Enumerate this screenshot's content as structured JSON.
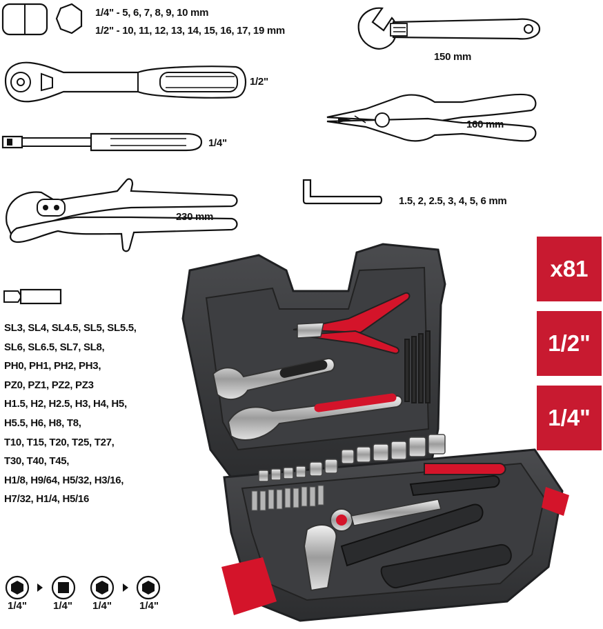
{
  "socket_sizes": {
    "line_quarter": "1/4\" - 5, 6, 7, 8, 9, 10 mm",
    "line_half": "1/2\" - 10, 11, 12, 13, 14, 15, 16, 17, 19 mm"
  },
  "ratchet_label": "1/2\"",
  "adapter_label": "1/4\"",
  "water_pump_pliers_label": "230 mm",
  "adjustable_wrench_label": "150 mm",
  "combination_pliers_label": "160 mm",
  "hex_keys_label": "1.5, 2, 2.5, 3, 4,  5, 6 mm",
  "bits": [
    "SL3, SL4, SL4.5, SL5, SL5.5,",
    "SL6, SL6.5, SL7, SL8,",
    "PH0, PH1, PH2, PH3,",
    "PZ0, PZ1, PZ2, PZ3",
    "H1.5, H2, H2.5, H3, H4, H5,",
    "H5.5, H6, H8, T8,",
    "T10, T15, T20, T25, T27,",
    "T30, T40, T45,",
    "H1/8, H9/64, H5/32, H3/16,",
    "H7/32, H1/4, H5/16"
  ],
  "badges": [
    "x81",
    "1/2\"",
    "1/4\""
  ],
  "adapters": [
    "1/4\"",
    "1/4\"",
    "1/4\"",
    "1/4\""
  ],
  "colors": {
    "badge_red": "#c81a30",
    "case_dark": "#3a3b3d",
    "handle_red": "#d4142a"
  }
}
